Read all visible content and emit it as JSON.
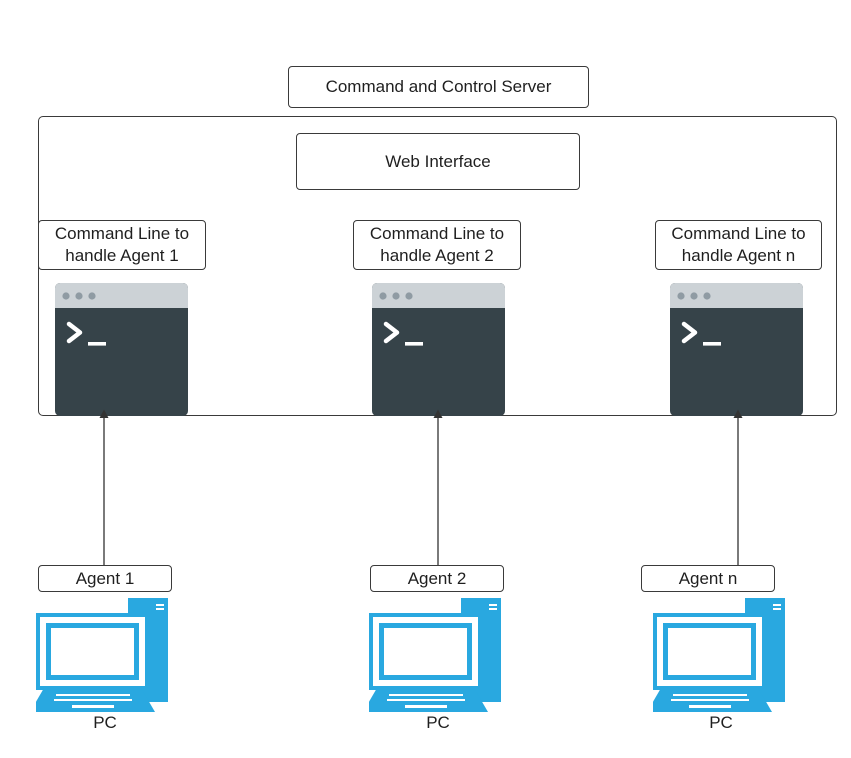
{
  "colors": {
    "border": "#3a3a3a",
    "terminal_body": "#364349",
    "terminal_titlebar": "#ccd2d6",
    "terminal_dots": "#8f9ba3",
    "pc_blue": "#29a8e0",
    "arrow": "#333333"
  },
  "server": {
    "title": "Command and Control Server"
  },
  "web_interface": {
    "label": "Web Interface"
  },
  "command_lines": [
    {
      "line1": "Command Line to",
      "line2": "handle Agent 1",
      "icon": "terminal-icon"
    },
    {
      "line1": "Command Line to",
      "line2": "handle Agent 2",
      "icon": "terminal-icon"
    },
    {
      "line1": "Command Line to",
      "line2": "handle Agent n",
      "icon": "terminal-icon"
    }
  ],
  "agents": [
    {
      "label": "Agent 1",
      "device": "PC",
      "icon": "desktop-pc-icon"
    },
    {
      "label": "Agent 2",
      "device": "PC",
      "icon": "desktop-pc-icon"
    },
    {
      "label": "Agent n",
      "device": "PC",
      "icon": "desktop-pc-icon"
    }
  ]
}
